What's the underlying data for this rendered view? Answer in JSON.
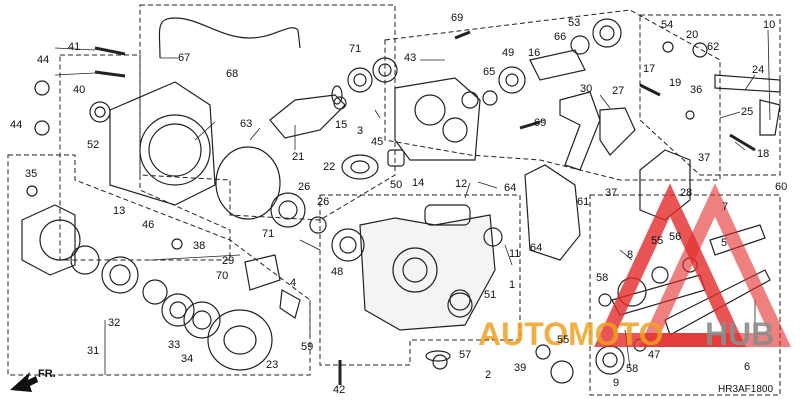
{
  "diagram_code": "HR3AF1800",
  "direction_label": "FR.",
  "watermark": {
    "text_left": "AUTOMOTO",
    "text_right": "HUB",
    "color_red": "#e32b2b",
    "color_orange": "#f0a020",
    "color_gray": "#8c8c8c"
  },
  "callouts": [
    {
      "id": "c1",
      "label": "1"
    },
    {
      "id": "c2",
      "label": "2"
    },
    {
      "id": "c3",
      "label": "3"
    },
    {
      "id": "c4",
      "label": "4"
    },
    {
      "id": "c5",
      "label": "5"
    },
    {
      "id": "c6",
      "label": "6"
    },
    {
      "id": "c7",
      "label": "7"
    },
    {
      "id": "c8",
      "label": "8"
    },
    {
      "id": "c9",
      "label": "9"
    },
    {
      "id": "c10",
      "label": "10"
    },
    {
      "id": "c11",
      "label": "11"
    },
    {
      "id": "c12",
      "label": "12"
    },
    {
      "id": "c13",
      "label": "13"
    },
    {
      "id": "c14",
      "label": "14"
    },
    {
      "id": "c15",
      "label": "15"
    },
    {
      "id": "c16",
      "label": "16"
    },
    {
      "id": "c17",
      "label": "17"
    },
    {
      "id": "c18",
      "label": "18"
    },
    {
      "id": "c19",
      "label": "19"
    },
    {
      "id": "c20",
      "label": "20"
    },
    {
      "id": "c21",
      "label": "21"
    },
    {
      "id": "c22",
      "label": "22"
    },
    {
      "id": "c23",
      "label": "23"
    },
    {
      "id": "c24",
      "label": "24"
    },
    {
      "id": "c25",
      "label": "25"
    },
    {
      "id": "c26a",
      "label": "26"
    },
    {
      "id": "c26b",
      "label": "26"
    },
    {
      "id": "c27",
      "label": "27"
    },
    {
      "id": "c28",
      "label": "28"
    },
    {
      "id": "c29",
      "label": "29"
    },
    {
      "id": "c30",
      "label": "30"
    },
    {
      "id": "c31",
      "label": "31"
    },
    {
      "id": "c32",
      "label": "32"
    },
    {
      "id": "c33",
      "label": "33"
    },
    {
      "id": "c34",
      "label": "34"
    },
    {
      "id": "c35",
      "label": "35"
    },
    {
      "id": "c36",
      "label": "36"
    },
    {
      "id": "c37a",
      "label": "37"
    },
    {
      "id": "c37b",
      "label": "37"
    },
    {
      "id": "c38",
      "label": "38"
    },
    {
      "id": "c39",
      "label": "39"
    },
    {
      "id": "c40",
      "label": "40"
    },
    {
      "id": "c41",
      "label": "41"
    },
    {
      "id": "c42",
      "label": "42"
    },
    {
      "id": "c43",
      "label": "43"
    },
    {
      "id": "c44a",
      "label": "44"
    },
    {
      "id": "c44b",
      "label": "44"
    },
    {
      "id": "c45",
      "label": "45"
    },
    {
      "id": "c46",
      "label": "46"
    },
    {
      "id": "c47",
      "label": "47"
    },
    {
      "id": "c48",
      "label": "48"
    },
    {
      "id": "c49",
      "label": "49"
    },
    {
      "id": "c50",
      "label": "50"
    },
    {
      "id": "c51",
      "label": "51"
    },
    {
      "id": "c52",
      "label": "52"
    },
    {
      "id": "c53",
      "label": "53"
    },
    {
      "id": "c54",
      "label": "54"
    },
    {
      "id": "c55a",
      "label": "55"
    },
    {
      "id": "c55b",
      "label": "55"
    },
    {
      "id": "c56",
      "label": "56"
    },
    {
      "id": "c57",
      "label": "57"
    },
    {
      "id": "c58a",
      "label": "58"
    },
    {
      "id": "c58b",
      "label": "58"
    },
    {
      "id": "c59",
      "label": "59"
    },
    {
      "id": "c60",
      "label": "60"
    },
    {
      "id": "c61",
      "label": "61"
    },
    {
      "id": "c62",
      "label": "62"
    },
    {
      "id": "c63",
      "label": "63"
    },
    {
      "id": "c64a",
      "label": "64"
    },
    {
      "id": "c64b",
      "label": "64"
    },
    {
      "id": "c65",
      "label": "65"
    },
    {
      "id": "c66",
      "label": "66"
    },
    {
      "id": "c67",
      "label": "67"
    },
    {
      "id": "c68",
      "label": "68"
    },
    {
      "id": "c69a",
      "label": "69"
    },
    {
      "id": "c69b",
      "label": "69"
    },
    {
      "id": "c70",
      "label": "70"
    },
    {
      "id": "c71a",
      "label": "71"
    },
    {
      "id": "c71b",
      "label": "71"
    }
  ]
}
